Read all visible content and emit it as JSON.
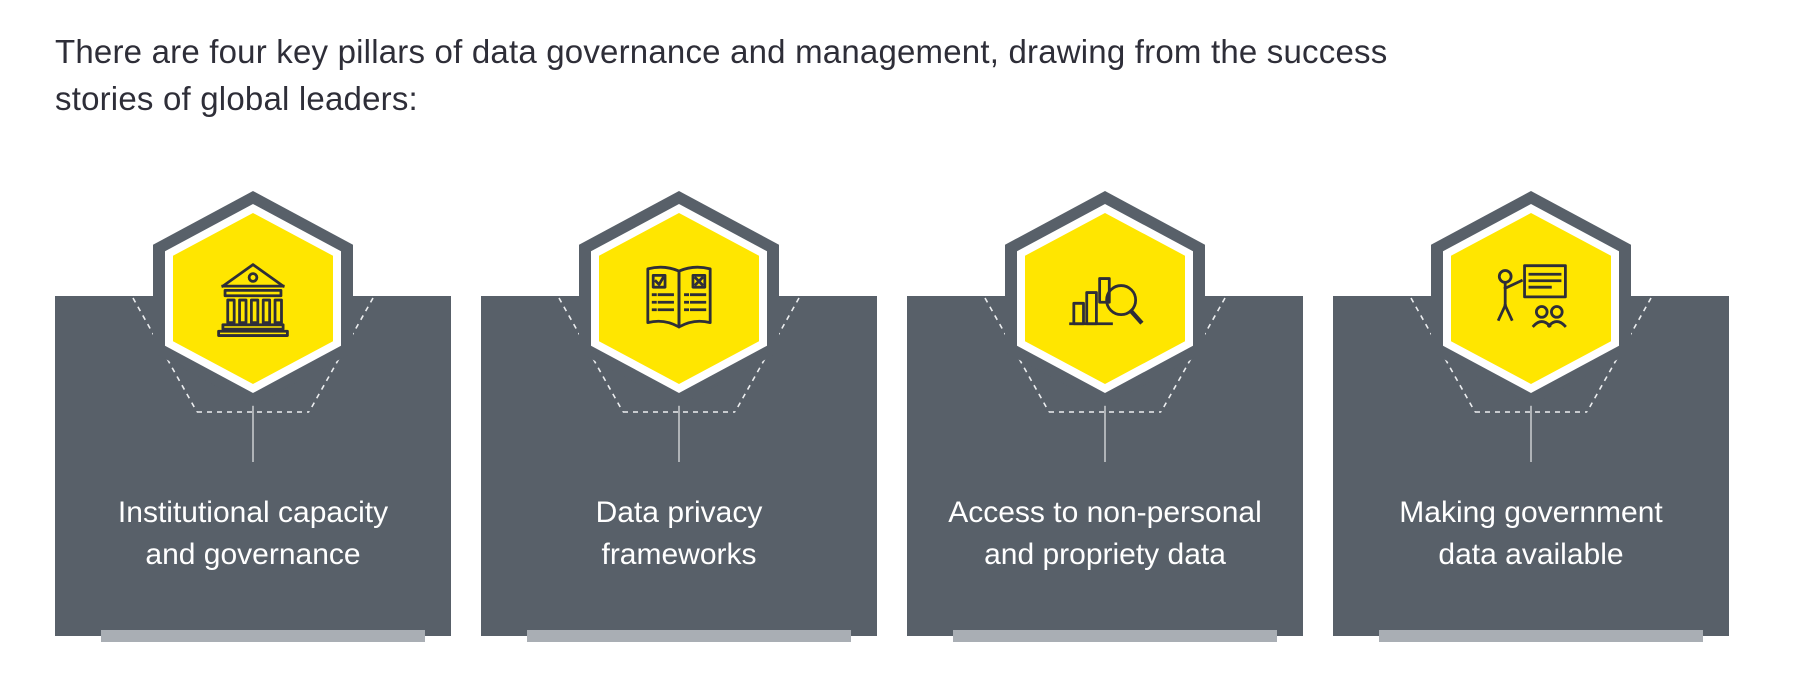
{
  "title": {
    "line1": "There are four key pillars of data governance and management, drawing from the success",
    "line2": "stories of global leaders:"
  },
  "colors": {
    "card_bg": "#586069",
    "accent_yellow": "#FFE600",
    "icon_stroke": "#2E2E38",
    "base_bar": "#A9AEB4",
    "title_text": "#2E2E38",
    "card_text": "#FFFFFF"
  },
  "cards": [
    {
      "icon": "bank-building-icon",
      "label_line1": "Institutional capacity",
      "label_line2": "and governance"
    },
    {
      "icon": "open-book-checklist-icon",
      "label_line1": "Data privacy",
      "label_line2": "frameworks"
    },
    {
      "icon": "bar-chart-magnifier-icon",
      "label_line1": "Access to non-personal",
      "label_line2": "and propriety data"
    },
    {
      "icon": "presenter-training-icon",
      "label_line1": "Making government",
      "label_line2": "data available"
    }
  ]
}
